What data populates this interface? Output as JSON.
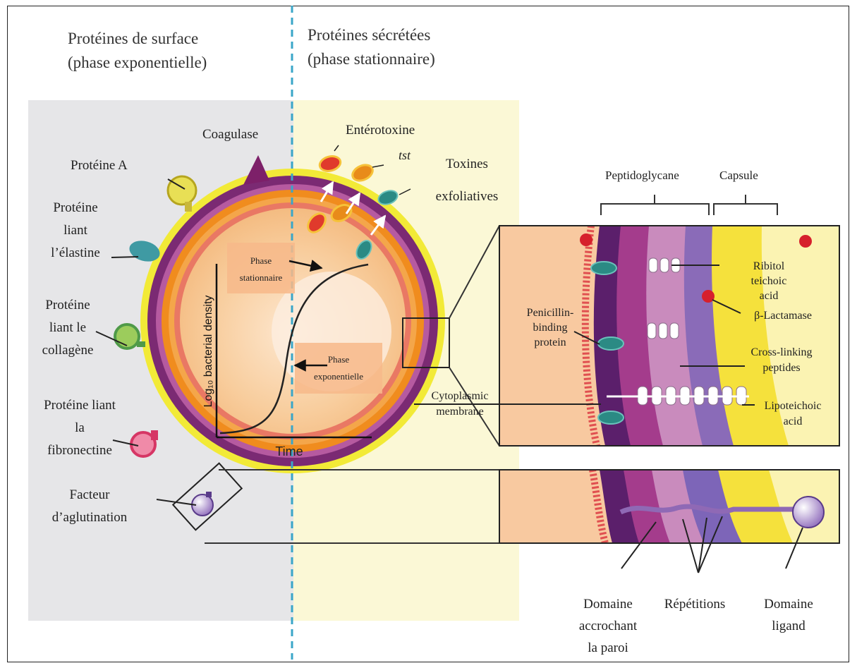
{
  "headings": {
    "surface_line1": "Protéines de surface",
    "surface_line2": "(phase exponentielle)",
    "secreted_line1": "Protéines sécrétées",
    "secreted_line2": "(phase stationnaire)"
  },
  "surface_proteins": {
    "coagulase": "Coagulase",
    "protein_a": "Protéine A",
    "elastin_1": "Protéine",
    "elastin_2": "liant",
    "elastin_3": "l’élastine",
    "collagen_1": "Protéine",
    "collagen_2": "liant le",
    "collagen_3": "collagène",
    "fibronectin_1": "Protéine liant",
    "fibronectin_2": "la",
    "fibronectin_3": "fibronectine",
    "clumping_1": "Facteur",
    "clumping_2": "d’aglutination"
  },
  "secreted_proteins": {
    "enterotoxin": "Entérotoxine",
    "tst": "tst",
    "exfol_1": "Toxines",
    "exfol_2": "exfoliatives"
  },
  "growth_curve": {
    "y_label": "Log₁₀ bacterial density",
    "x_label": "Time",
    "stationary_1": "Phase",
    "stationary_2": "stationnaire",
    "exponential_1": "Phase",
    "exponential_2": "exponentielle"
  },
  "wall": {
    "peptidoglycan": "Peptidoglycane",
    "capsule": "Capsule",
    "ribitol_1": "Ribitol",
    "ribitol_2": "teichoic",
    "ribitol_3": "acid",
    "beta_lactamase": "β-Lactamase",
    "pbp_1": "Penicillin-",
    "pbp_2": "binding",
    "pbp_3": "protein",
    "crosslink_1": "Cross-linking",
    "crosslink_2": "peptides",
    "lipoteichoic_1": "Lipoteichoic",
    "lipoteichoic_2": "acid",
    "cytoplasmic_1": "Cytoplasmic",
    "cytoplasmic_2": "membrane"
  },
  "domains": {
    "anchor_1": "Domaine",
    "anchor_2": "accrochant",
    "anchor_3": "la paroi",
    "repeats": "Répétitions",
    "ligand_1": "Domaine",
    "ligand_2": "ligand"
  },
  "colors": {
    "left_panel": "#e6e6e8",
    "right_panel": "#fbf8d6",
    "divider": "#3aa6c8",
    "cytoplasm": "#f6c99a",
    "outer_ring": "#f1ea3a",
    "wall_purple": "#7b2a73",
    "wall_orange": "#f08c1e",
    "capsule": "#f5e13c",
    "peptidoglycan_dark": "#6d2a7c",
    "peptidoglycan_mid": "#a23d91",
    "peptidoglycan_light": "#c98dc0",
    "lavender": "#6f62b6"
  }
}
